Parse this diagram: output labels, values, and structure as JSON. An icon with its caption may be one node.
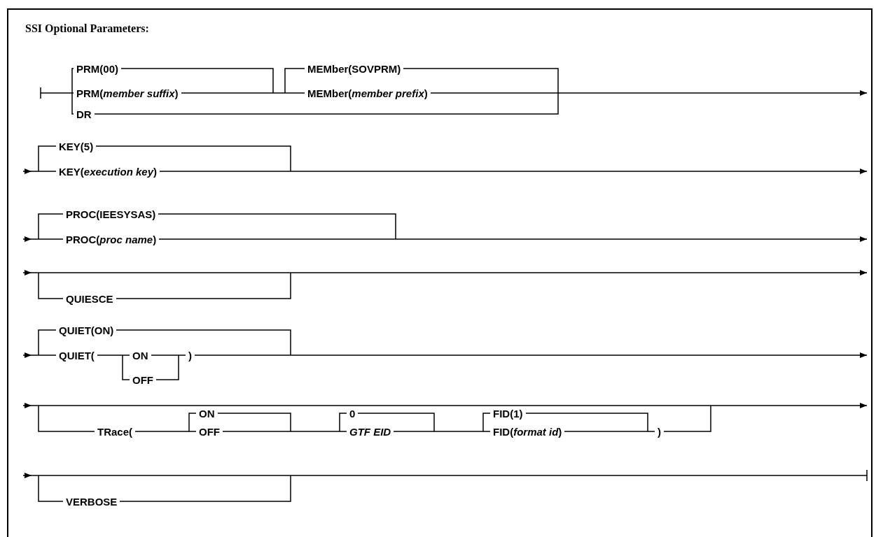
{
  "diagram": {
    "title": "SSI Optional Parameters:",
    "labels": [
      "PRM(00)",
      "MEMber(SOVPRM)",
      "PRM(*member suffix*)",
      "MEMber(*member prefix*)",
      "DR",
      "KEY(5)",
      "KEY(*execution key*)",
      "PROC(IEESYSAS)",
      "PROC(*proc name*)",
      "QUIESCE",
      "QUIET(ON)",
      "QUIET(",
      "ON",
      ")",
      "OFF",
      "ON",
      "0",
      "FID(1)",
      "TRace(",
      "OFF",
      "GTF EID",
      "FID(*format id*)",
      ")",
      "VERBOSE"
    ]
  }
}
